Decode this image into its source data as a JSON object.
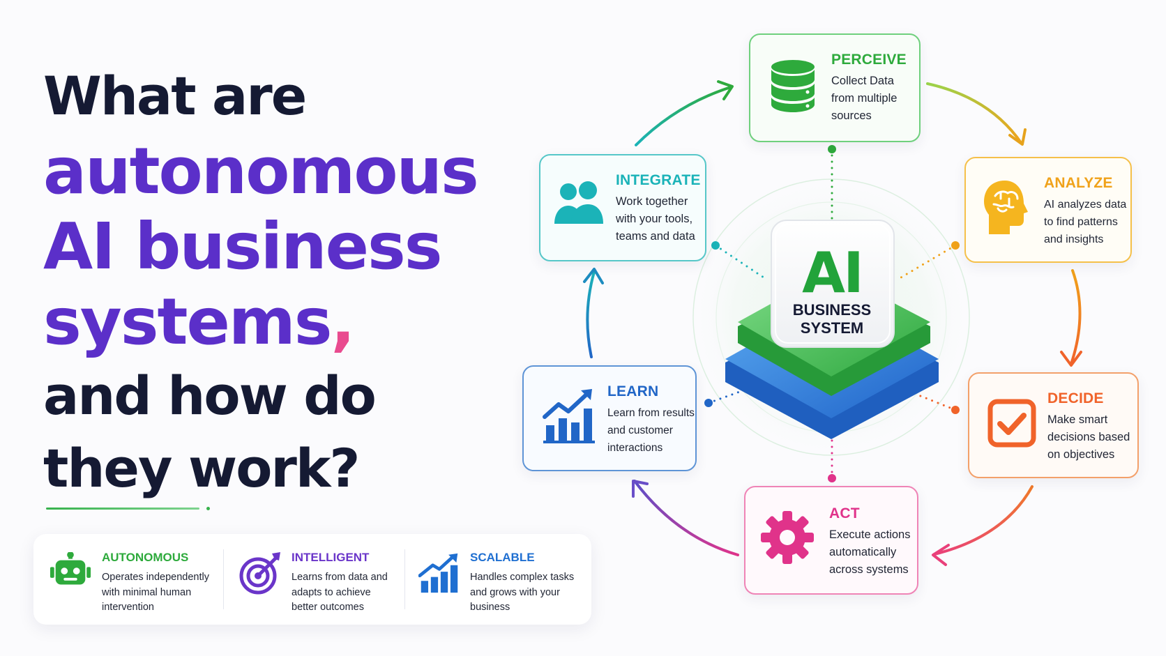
{
  "headline": {
    "line1": "What are",
    "line2": "autonomous",
    "line3": "AI business",
    "line4": "systems",
    "line4_comma": ",",
    "line5": "and how do",
    "line6": "they work?"
  },
  "center": {
    "title": "AI",
    "subtitle_line1": "BUSINESS",
    "subtitle_line2": "SYSTEM"
  },
  "steps": [
    {
      "title": "PERCEIVE",
      "desc": [
        "Collect Data",
        "from multiple",
        "sources"
      ],
      "color": "#2eaa3c",
      "icon": "database-icon"
    },
    {
      "title": "ANALYZE",
      "desc": [
        "AI analyzes data",
        "to find patterns",
        "and insights"
      ],
      "color": "#f0a21a",
      "icon": "brain-head-icon"
    },
    {
      "title": "DECIDE",
      "desc": [
        "Make smart",
        "decisions based",
        "on objectives"
      ],
      "color": "#f0632a",
      "icon": "checkbox-icon"
    },
    {
      "title": "ACT",
      "desc": [
        "Execute actions",
        "automatically",
        "across systems"
      ],
      "color": "#e0338a",
      "icon": "gear-icon"
    },
    {
      "title": "LEARN",
      "desc": [
        "Learn from results",
        "and customer",
        "interactions"
      ],
      "color": "#2166c7",
      "icon": "growth-chart-icon"
    },
    {
      "title": "INTEGRATE",
      "desc": [
        "Work together",
        "with your tools,",
        "teams and data"
      ],
      "color": "#1bb3b8",
      "icon": "people-icon"
    }
  ],
  "features": [
    {
      "title": "AUTONOMOUS",
      "desc": [
        "Operates independently",
        "with minimal human",
        "intervention"
      ],
      "color": "#2eaa3c",
      "icon": "robot-icon"
    },
    {
      "title": "INTELLIGENT",
      "desc": [
        "Learns from data and",
        "adapts to achieve",
        "better outcomes"
      ],
      "color": "#6a35c9",
      "icon": "target-icon"
    },
    {
      "title": "SCALABLE",
      "desc": [
        "Handles complex tasks",
        "and grows with your",
        "business"
      ],
      "color": "#1f6fd1",
      "icon": "bar-chart-icon"
    }
  ],
  "colors": {
    "dark_text": "#151a33",
    "purple": "#5b2fc9",
    "accent_green": "#22a33a"
  }
}
